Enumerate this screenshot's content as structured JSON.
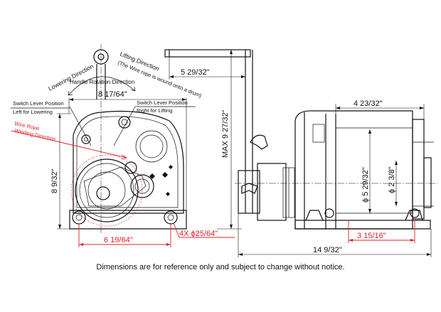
{
  "labels": {
    "lowering_direction": "Lowering Direction",
    "lifting_direction": "Lifting Direction",
    "lifting_note": "(The Wire rope is wound onto a drum)",
    "handle_rotation": "Handle Rotation Direction",
    "switch_lever_left_title": "Switch Lever Position",
    "switch_lever_left": "Left for Lowering",
    "switch_lever_right_title": "Switch Lever Position",
    "switch_lever_right": "Right for Lifting",
    "wire_rope_line1": "Wire Rope",
    "wire_rope_line2": "Winding Direction"
  },
  "dimensions": {
    "width_front": "8 17/64\"",
    "height_front": "8 9/32\"",
    "base_holes_spacing": "6 19/64\"",
    "base_holes": "4X ϕ25/64\"",
    "handle_length": "5 29/32\"",
    "max_height": "MAX 9 27/32\"",
    "drum_width": "4 23/32\"",
    "drum_dia": "ϕ 5 29/32\"",
    "flange_dia": "ϕ 2 3/8\"",
    "base_side": "3 15/16\"",
    "overall_length": "14 9/32\""
  },
  "footer_note": "Dimensions are for reference only and subject to change without notice.",
  "colors": {
    "line": "#111111",
    "accent": "#e0202a",
    "background": "#ffffff"
  }
}
